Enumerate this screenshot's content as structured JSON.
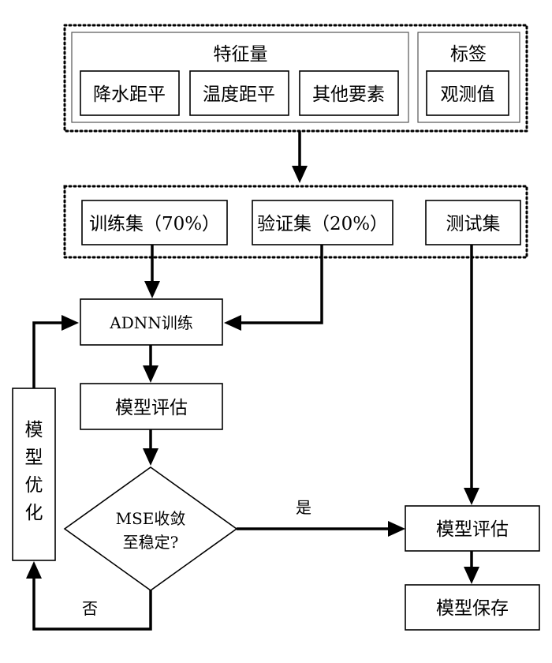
{
  "features": {
    "title": "特征量",
    "items": [
      "降水距平",
      "温度距平",
      "其他要素"
    ]
  },
  "labels": {
    "title": "标签",
    "item": "观测值"
  },
  "datasets": {
    "train": "训练集（70%）",
    "validation": "验证集（20%）",
    "test": "测试集"
  },
  "flow": {
    "training": "ADNN训练",
    "evaluation": "模型评估",
    "decision_line1": "MSE收敛",
    "decision_line2": "至稳定?",
    "optimize": [
      "模",
      "型",
      "优",
      "化"
    ],
    "yes": "是",
    "no": "否",
    "final_evaluation": "模型评估",
    "save": "模型保存"
  }
}
